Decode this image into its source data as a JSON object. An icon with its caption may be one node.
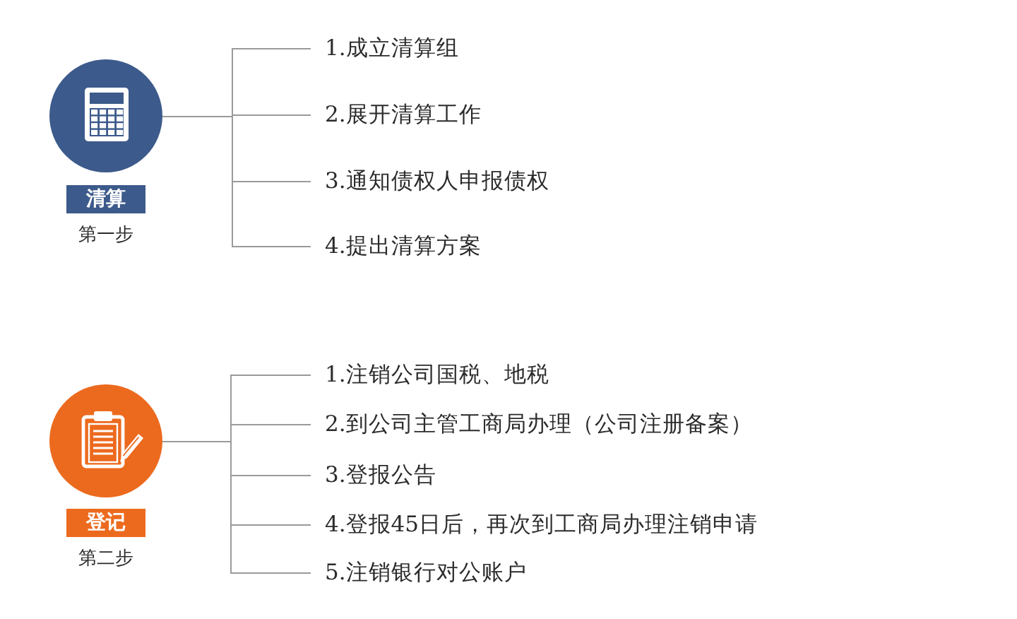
{
  "diagram": {
    "nodes": [
      {
        "text": [],
        "shape": "circle"
      },
      {
        "text": [
          "清算"
        ],
        "beside": [
          "第一步"
        ]
      },
      {
        "text": [
          "1.成立清算组"
        ]
      },
      {
        "text": [
          "2.展开清算工作"
        ]
      },
      {
        "text": [
          "3.通知债权人申报债权"
        ]
      },
      {
        "text": [
          "4.提出清算方案"
        ]
      },
      {
        "text": [],
        "shape": "circle"
      },
      {
        "text": [
          "登记"
        ],
        "beside": [
          "第二步"
        ]
      },
      {
        "text": [
          "1.注销公司国税、地税"
        ]
      },
      {
        "text": [
          "2.到公司主管工商局办理（公司注册备案）"
        ]
      },
      {
        "text": [
          "3.登报公告"
        ]
      },
      {
        "text": [
          "4.登报45日后，再次到工商局办理注销申请"
        ]
      },
      {
        "text": [
          "5.注销银行对公账户"
        ]
      }
    ],
    "edges": [
      {
        "from": 0,
        "to": 2,
        "arrow": "none"
      },
      {
        "from": 0,
        "to": 3,
        "arrow": "none"
      },
      {
        "from": 0,
        "to": 4,
        "arrow": "none"
      },
      {
        "from": 0,
        "to": 5,
        "arrow": "none"
      },
      {
        "from": 6,
        "to": 8,
        "arrow": "none"
      },
      {
        "from": 6,
        "to": 9,
        "arrow": "none"
      },
      {
        "from": 6,
        "to": 10,
        "arrow": "none"
      },
      {
        "from": 6,
        "to": 11,
        "arrow": "none"
      },
      {
        "from": 6,
        "to": 12,
        "arrow": "none"
      }
    ]
  }
}
